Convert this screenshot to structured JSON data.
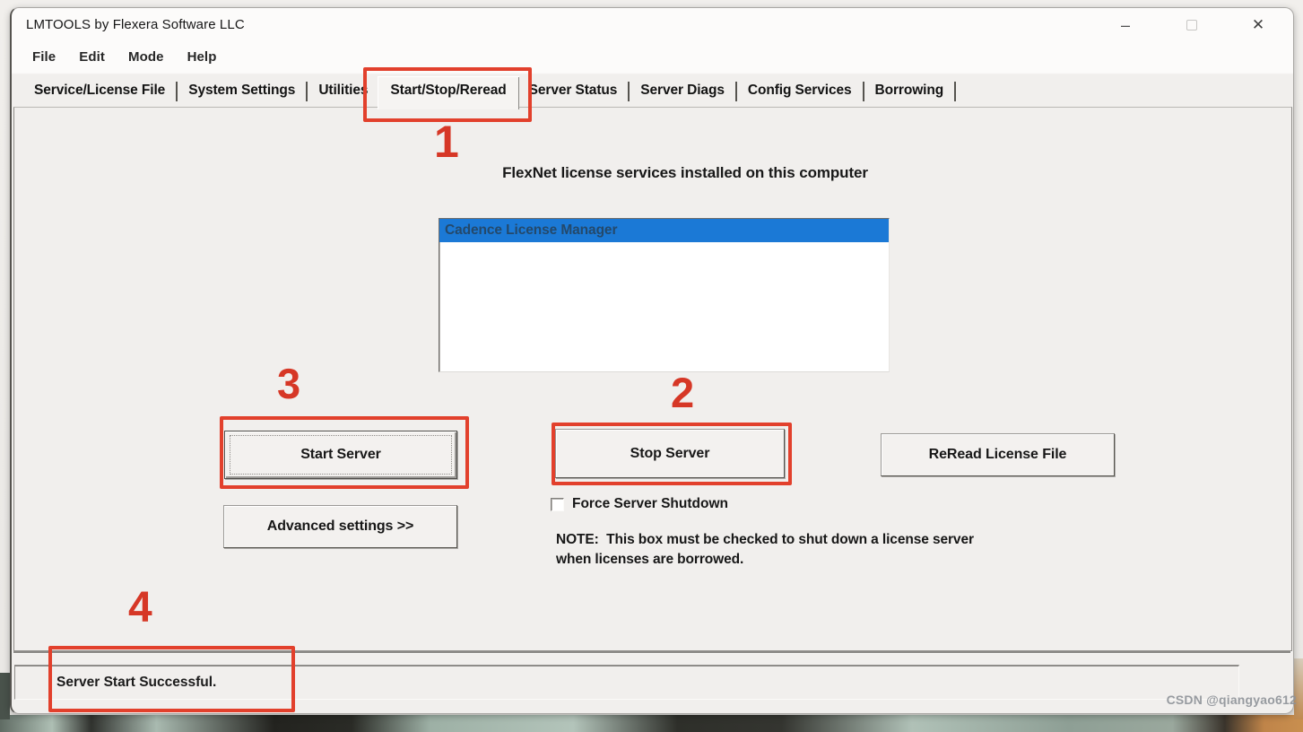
{
  "window": {
    "title": "LMTOOLS by Flexera Software LLC",
    "controls": {
      "minimize": "–",
      "close": "✕"
    }
  },
  "menu_bar": {
    "items": [
      "File",
      "Edit",
      "Mode",
      "Help"
    ]
  },
  "tab_bar": {
    "active_tab": "Start/Stop/Reread",
    "tabs": [
      "Service/License File",
      "System Settings",
      "Utilities",
      "Start/Stop/Reread",
      "Server Status",
      "Server Diags",
      "Config Services",
      "Borrowing"
    ]
  },
  "main": {
    "heading": "FlexNet license services installed on this computer",
    "service_listbox": {
      "items": [
        "Cadence License Manager"
      ],
      "selected_index": 0,
      "selection_color": "#1b79d6",
      "selection_text_color": "#24496b"
    },
    "start_button": "Start Server",
    "stop_button": "Stop Server",
    "reread_button": "ReRead License File",
    "advanced_button": "Advanced settings >>",
    "force_shutdown_checkbox": {
      "label": "Force Server Shutdown",
      "checked": false
    },
    "note_line1": "NOTE:  This box must be checked to shut down a license server",
    "note_line2": "when licenses are borrowed."
  },
  "status_bar": {
    "message": "Server Start Successful."
  },
  "annotations": {
    "highlight_color": "#e2402c",
    "step1": "1",
    "step2": "2",
    "step3": "3",
    "step4": "4"
  },
  "watermark": "CSDN @qiangyao612"
}
